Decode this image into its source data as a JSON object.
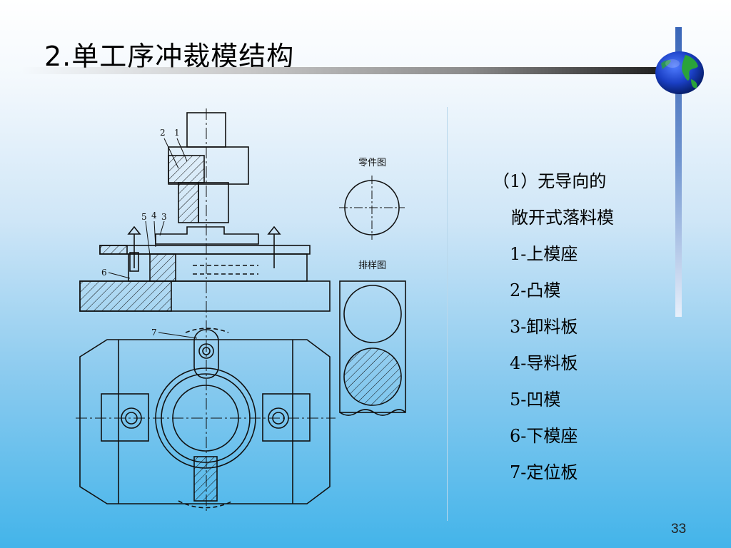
{
  "slide": {
    "title": "2.单工序冲裁模结构",
    "page_number": "33"
  },
  "drawing": {
    "part_label": "零件图",
    "layout_label": "排样图",
    "callouts": [
      "2",
      "1",
      "5",
      "4",
      "3",
      "6",
      "7"
    ]
  },
  "legend": {
    "heading_line1": "（1）无导向的",
    "heading_line2": "敞开式落料模",
    "items": [
      "1-上模座",
      "2-凸模",
      "3-卸料板",
      "4-导料板",
      "5-凹模",
      "6-下模座",
      "7-定位板"
    ]
  },
  "colors": {
    "line": "#111111",
    "title_bar_dark": "#1e1e1e",
    "accent_bar": "#3a66b8",
    "globe_ocean": "#1a3fc4",
    "globe_land": "#2aa33a"
  },
  "icons": {
    "globe": "globe-icon"
  }
}
